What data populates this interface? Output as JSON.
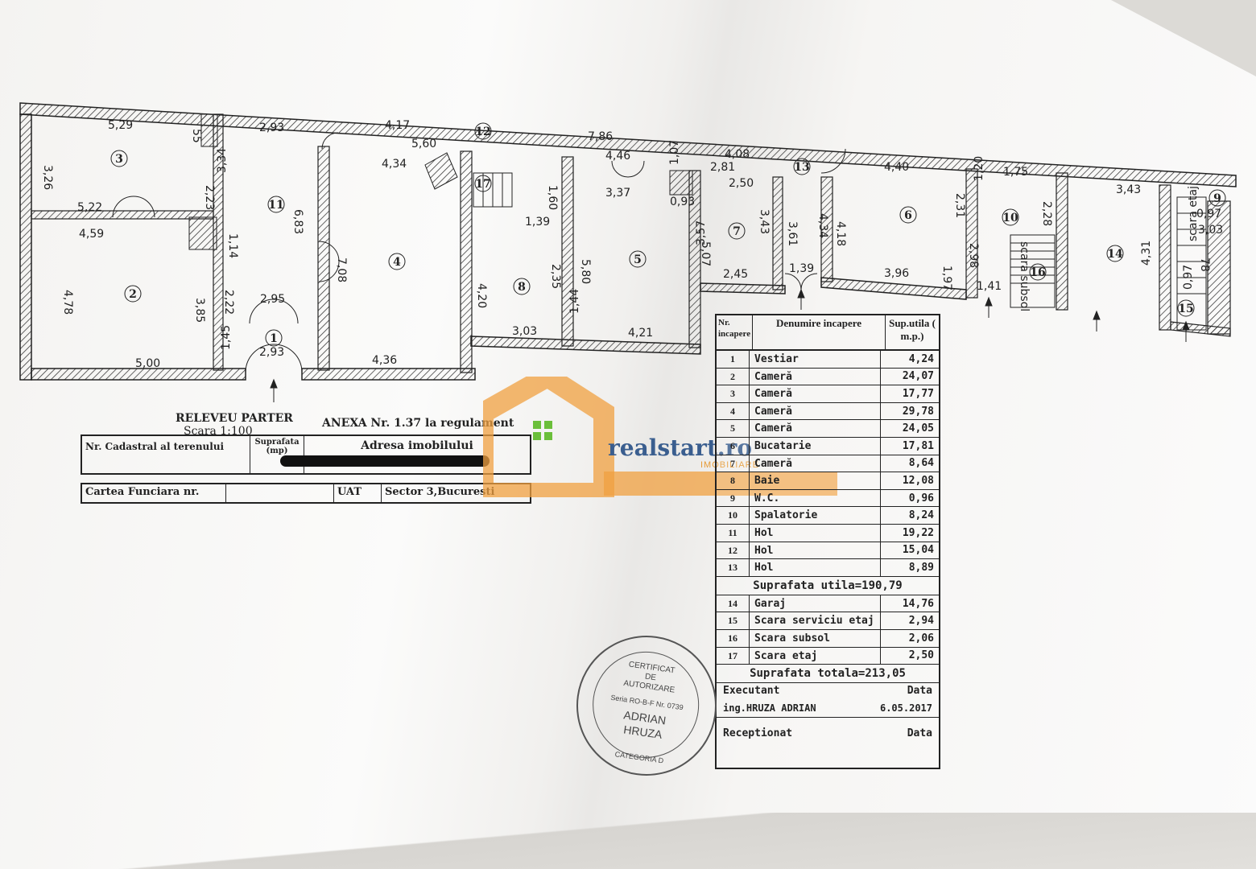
{
  "plan": {
    "title": "RELEVEU PARTER",
    "scale": "Scara 1:100",
    "annex": "ANEXA Nr. 1.37 la regulament",
    "room_numbers": [
      "1",
      "2",
      "3",
      "4",
      "5",
      "6",
      "7",
      "8",
      "9",
      "10",
      "11",
      "12",
      "13",
      "14",
      "15",
      "16",
      "17"
    ],
    "dimensions": [
      "5,29",
      "3,26",
      "5,22",
      "4,59",
      "4,78",
      "5,00",
      "2,93",
      "3,34",
      "2,23",
      "1,14",
      "6,83",
      "2,22",
      "3,85",
      "2,95",
      "1,45",
      "2,93",
      "4,17",
      "5,60",
      "4,34",
      "7,08",
      "4,36",
      "7,86",
      "4,46",
      "3,37",
      "1,60",
      "1,39",
      "2,35",
      "4,20",
      "5,80",
      "3,03",
      "1,44",
      "4,21",
      "1,07",
      "0,93",
      "5,07",
      "4,08",
      "2,81",
      "2,50",
      "3,43",
      "3,57",
      "2,45",
      "3,61",
      "1,39",
      "4,34",
      "4,40",
      "4,18",
      "3,96",
      "2,31",
      "1,20",
      "1,75",
      "1,97",
      "2,98",
      "2,28",
      "1,41",
      "3,43",
      "4,31",
      "0,97",
      "3,03",
      "0,97",
      "78",
      "55"
    ],
    "stair_text": "scara subsol",
    "stair_text2": "scara etaj"
  },
  "cadastral": {
    "nr_cadastral": "Nr. Cadastral al terenului",
    "suprafata": "Suprafata (mp)",
    "adresa": "Adresa imobilului",
    "cartea": "Cartea Funciara nr.",
    "uat": "UAT",
    "sector": "Sector 3,Bucuresti"
  },
  "legend": {
    "col_nr": "Nr. incapere",
    "col_den": "Denumire incapere",
    "col_sup": "Sup.utila ( m.p.)",
    "rows": [
      {
        "n": "1",
        "d": "Vestiar",
        "v": "4,24"
      },
      {
        "n": "2",
        "d": "Cameră",
        "v": "24,07"
      },
      {
        "n": "3",
        "d": "Cameră",
        "v": "17,77"
      },
      {
        "n": "4",
        "d": "Cameră",
        "v": "29,78"
      },
      {
        "n": "5",
        "d": "Cameră",
        "v": "24,05"
      },
      {
        "n": "6",
        "d": "Bucatarie",
        "v": "17,81"
      },
      {
        "n": "7",
        "d": "Cameră",
        "v": "8,64"
      },
      {
        "n": "8",
        "d": "Baie",
        "v": "12,08"
      },
      {
        "n": "9",
        "d": "W.C.",
        "v": "0,96"
      },
      {
        "n": "10",
        "d": "Spalatorie",
        "v": "8,24"
      },
      {
        "n": "11",
        "d": "Hol",
        "v": "19,22"
      },
      {
        "n": "12",
        "d": "Hol",
        "v": "15,04"
      },
      {
        "n": "13",
        "d": "Hol",
        "v": "8,89"
      }
    ],
    "sum_util": "Suprafata utila=190,79",
    "rows2": [
      {
        "n": "14",
        "d": "Garaj",
        "v": "14,76"
      },
      {
        "n": "15",
        "d": "Scara serviciu etaj",
        "v": "2,94"
      },
      {
        "n": "16",
        "d": "Scara subsol",
        "v": "2,06"
      },
      {
        "n": "17",
        "d": "Scara  etaj",
        "v": "2,50"
      }
    ],
    "sum_total": "Suprafata totala=213,05",
    "executant": "Executant",
    "data1": "Data",
    "exec_name": "ing.HRUZA ADRIAN",
    "exec_date": "6.05.2017",
    "receptionat": "Receptionat",
    "data2": "Data"
  },
  "stamp": {
    "l1": "CERTIFICAT",
    "l2": "DE",
    "l3": "AUTORIZARE",
    "l4": "Seria RO-B-F Nr. 0739",
    "l5": "ADRIAN",
    "l6": "HRUZA",
    "l7": "CATEGORIA D"
  },
  "watermark": {
    "brand": "realstart.ro",
    "sub": "IMOBILIARE",
    "colors": {
      "orange": "#f0a040",
      "blue": "#3a5e8f",
      "green": "#6bbf3a"
    }
  }
}
